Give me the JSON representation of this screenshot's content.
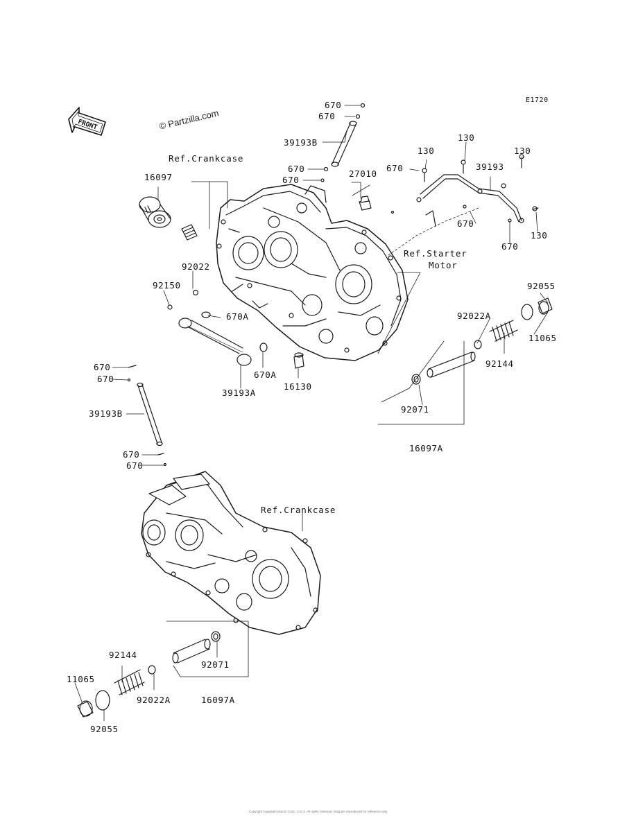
{
  "diagram_id": "E1720",
  "watermark": "© Partzilla.com",
  "front_marker": "FRONT",
  "refs": {
    "crankcase_top": "Ref.Crankcase",
    "starter_line1": "Ref.Starter",
    "starter_line2": "Motor",
    "crankcase_bottom": "Ref.Crankcase"
  },
  "labels": {
    "p670_a": "670",
    "p670_b": "670",
    "p39193b_top": "39193B",
    "p670_c": "670",
    "p670_d": "670",
    "p27010": "27010",
    "p16097": "16097",
    "p130_a": "130",
    "p130_b": "130",
    "p130_c": "130",
    "p130_d": "130",
    "p39193": "39193",
    "p670_e": "670",
    "p670_f": "670",
    "p670_g": "670",
    "p92022": "92022",
    "p92150": "92150",
    "p670a_top": "670A",
    "p670a_bot": "670A",
    "p39193a": "39193A",
    "p16130": "16130",
    "p92055_top": "92055",
    "p11065_top": "11065",
    "p92022a_top": "92022A",
    "p92144_top": "92144",
    "p92071_top": "92071",
    "p16097a_top": "16097A",
    "p670_h": "670",
    "p670_i": "670",
    "p39193b_left": "39193B",
    "p670_j": "670",
    "p670_k": "670",
    "p92144_bot": "92144",
    "p92071_bot": "92071",
    "p11065_bot": "11065",
    "p92022a_bot": "92022A",
    "p16097a_bot": "16097A",
    "p92055_bot": "92055"
  },
  "footer": "Copyright Kawasaki Motors Corp., U.S.A. All rights reserved. Diagram reproduced for reference only."
}
